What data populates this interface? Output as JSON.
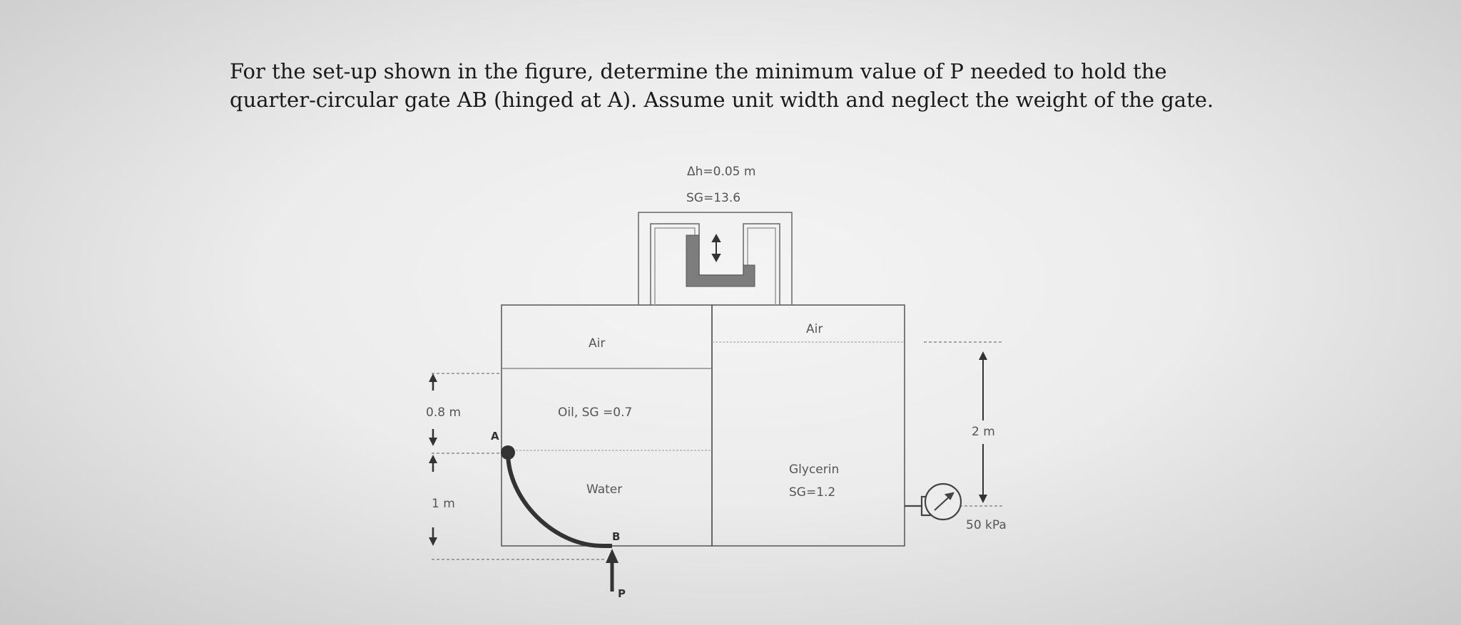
{
  "problem_text": "For the set-up shown in the figure, determine the minimum value of P needed to hold the quarter-circular gate AB (hinged at A). Assume unit width and neglect the weight of the gate.",
  "figure": {
    "manometer_dh": "Δh=0.05 m",
    "manometer_sg": "SG=13.6",
    "air_left": "Air",
    "air_right": "Air",
    "oil_label": "Oil, SG =0.7",
    "water_label": "Water",
    "glycerin_label": "Glycerin",
    "glycerin_sg": "SG=1.2",
    "dim_oil": "0.8 m",
    "dim_water": "1 m",
    "dim_glycerin": "2 m",
    "gauge_reading": "50 kPa",
    "point_a": "A",
    "point_b": "B",
    "force_p": "P"
  }
}
